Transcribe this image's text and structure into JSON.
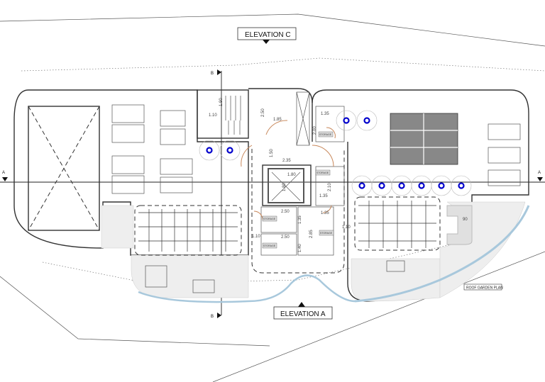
{
  "drawing": {
    "title_label": "ROOF GARDEN PLAN",
    "elevation_c": "ELEVATION C",
    "elevation_a": "ELEVATION A",
    "section_b_top": "B",
    "section_b_bottom": "B",
    "section_a_left": "A",
    "section_a_right": "A",
    "storage_label": "STORAGE",
    "dimensions": {
      "stair_width": "1.10",
      "stair_depth": "1.90",
      "stair_run": "2.50",
      "wc_width": "1.85",
      "lobby_depth": "1.50",
      "lobby_width": "2.35",
      "lift_width": "1.80",
      "lift_depth": "1.80",
      "storage_r_top_w": "1.35",
      "storage_r_top_d": "2.00",
      "storage_r_mid_d": "2.10",
      "storage_r_mid_w": "1.35",
      "storage_l_top_w": "2.50",
      "storage_l_top_d": "1.35",
      "storage_l_bot_w": "2.50",
      "storage_l_bot_d": "1.40",
      "storage_r_bot_d": "2.85",
      "storage_r_bot_w": "1.35",
      "left_gap": "1.10",
      "right_gap": "1.10",
      "stair_right": "90"
    },
    "colors": {
      "fixture_blue": "#0000cc",
      "door": "#c8875a",
      "water_edge": "#a8c8dc"
    }
  }
}
